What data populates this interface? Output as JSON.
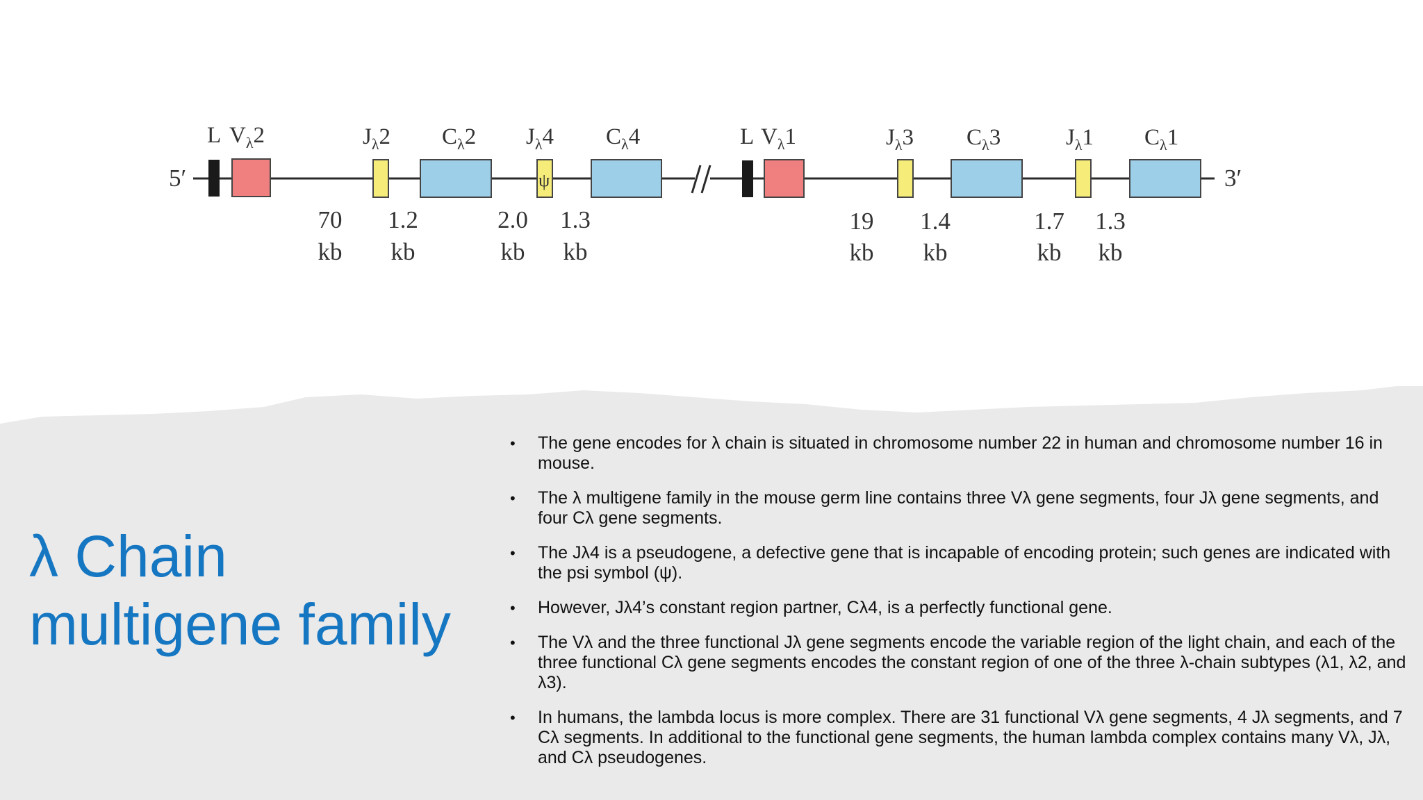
{
  "diagram": {
    "five_prime": "5′",
    "three_prime": "3′",
    "break_mark": "//",
    "pseudo_symbol": "ψ",
    "colors": {
      "leader": "#1a1a1a",
      "v_segment": "#f08080",
      "j_segment": "#f5ec7a",
      "c_segment": "#9ecfe8",
      "line": "#2b2b2b"
    },
    "segment_labels": {
      "l1": "L",
      "v2": "V",
      "v2_sub": "λ",
      "v2_num": "2",
      "j2": "J",
      "j2_sub": "λ",
      "j2_num": "2",
      "c2": "C",
      "c2_sub": "λ",
      "c2_num": "2",
      "j4": "J",
      "j4_sub": "λ",
      "j4_num": "4",
      "c4": "C",
      "c4_sub": "λ",
      "c4_num": "4",
      "l2": "L",
      "v1": "V",
      "v1_sub": "λ",
      "v1_num": "1",
      "j3": "J",
      "j3_sub": "λ",
      "j3_num": "3",
      "c3": "C",
      "c3_sub": "λ",
      "c3_num": "3",
      "j1": "J",
      "j1_sub": "λ",
      "j1_num": "1",
      "c1": "C",
      "c1_sub": "λ",
      "c1_num": "1"
    },
    "distances": [
      {
        "value": "70",
        "unit": "kb"
      },
      {
        "value": "1.2",
        "unit": "kb"
      },
      {
        "value": "2.0",
        "unit": "kb"
      },
      {
        "value": "1.3",
        "unit": "kb"
      },
      {
        "value": "19",
        "unit": "kb"
      },
      {
        "value": "1.4",
        "unit": "kb"
      },
      {
        "value": "1.7",
        "unit": "kb"
      },
      {
        "value": "1.3",
        "unit": "kb"
      }
    ]
  },
  "title": "λ Chain multigene family",
  "title_color": "#1576c2",
  "bullet_char": "•",
  "bullets": [
    "The gene encodes for λ chain is situated in chromosome number 22 in human and chromosome number 16 in mouse.",
    "The λ multigene family in the mouse germ line contains three Vλ gene segments, four Jλ gene segments, and four Cλ gene segments.",
    "The Jλ4 is a pseudogene, a defective gene that is incapable of encoding protein; such genes are indicated with the psi symbol (ψ).",
    "However, Jλ4’s constant region partner, Cλ4, is a perfectly functional gene.",
    "The Vλ and the three functional Jλ gene segments encode the variable region of the light chain, and each of the three functional Cλ gene segments encodes the constant region of one of the three λ-chain subtypes (λ1, λ2, and λ3).",
    "In humans, the lambda locus is more complex. There are 31 functional Vλ gene segments, 4 Jλ segments, and 7 Cλ segments. In additional to the functional gene segments, the human lambda complex contains many Vλ, Jλ, and Cλ pseudogenes."
  ]
}
